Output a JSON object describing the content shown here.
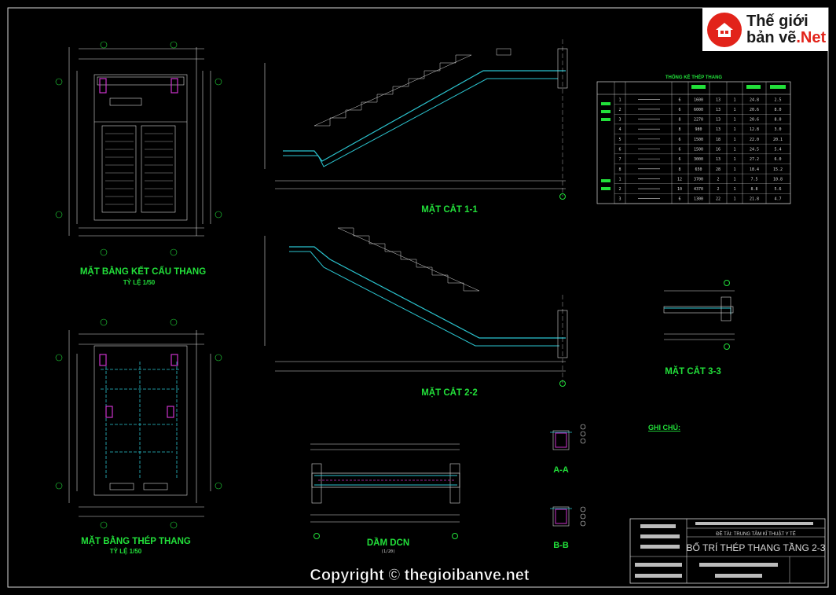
{
  "sheet": {
    "plan_structure_title": "MẶT BẰNG KẾT CẤU THANG",
    "plan_structure_scale": "TỶ LỆ 1/50",
    "plan_rebar_title": "MẶT BẰNG THÉP THANG",
    "plan_rebar_scale": "TỶ LỆ 1/50",
    "section_1_title": "MẶT CẮT 1-1",
    "section_2_title": "MẶT CẮT 2-2",
    "section_3_title": "MẶT CẮT 3-3",
    "beam_title": "DẦM DCN",
    "beam_scale": "(1/20)",
    "detail_a_title": "A-A",
    "detail_b_title": "B-B",
    "notes_title": "GHI CHÚ:",
    "table_title": "THỐNG KÊ THÉP THANG"
  },
  "title_block": {
    "project": "ĐỀ TÀI: TRUNG TÂM KĨ THUẬT Y TẾ",
    "drawing": "BỐ TRÍ THÉP THANG TẦNG 2-3"
  },
  "logo": {
    "line1": "Thế giới",
    "line2_main": "bản vẽ",
    "line2_suffix": ".Net"
  },
  "watermark": "Copyright © thegioibanve.net",
  "colors": {
    "background": "#000000",
    "text_green": "#22e03a",
    "line_cyan": "#2bc4cf",
    "line_white": "#d8d8d8",
    "column_magenta": "#cc33cc",
    "logo_red": "#e2231a"
  },
  "rebar_table": {
    "rows": [
      [
        "1",
        "",
        "6",
        "1600",
        "13",
        "1",
        "24.8",
        "2.5"
      ],
      [
        "2",
        "",
        "6",
        "6000",
        "13",
        "1",
        "20.6",
        "8.0"
      ],
      [
        "3",
        "",
        "8",
        "2270",
        "13",
        "1",
        "20.6",
        "8.0"
      ],
      [
        "4",
        "",
        "8",
        "980",
        "13",
        "1",
        "12.8",
        "3.0"
      ],
      [
        "5",
        "",
        "6",
        "1500",
        "18",
        "1",
        "22.0",
        "20.1"
      ],
      [
        "6",
        "",
        "6",
        "1500",
        "16",
        "1",
        "24.5",
        "5.4"
      ],
      [
        "7",
        "",
        "6",
        "3000",
        "13",
        "1",
        "27.2",
        "6.0"
      ],
      [
        "8",
        "",
        "8",
        "650",
        "28",
        "1",
        "18.4",
        "15.2"
      ],
      [
        "1",
        "",
        "12",
        "3700",
        "2",
        "1",
        "7.5",
        "10.8"
      ],
      [
        "2",
        "",
        "10",
        "4370",
        "2",
        "1",
        "8.8",
        "5.6"
      ],
      [
        "3",
        "",
        "6",
        "1300",
        "22",
        "1",
        "21.8",
        "4.7"
      ]
    ]
  }
}
